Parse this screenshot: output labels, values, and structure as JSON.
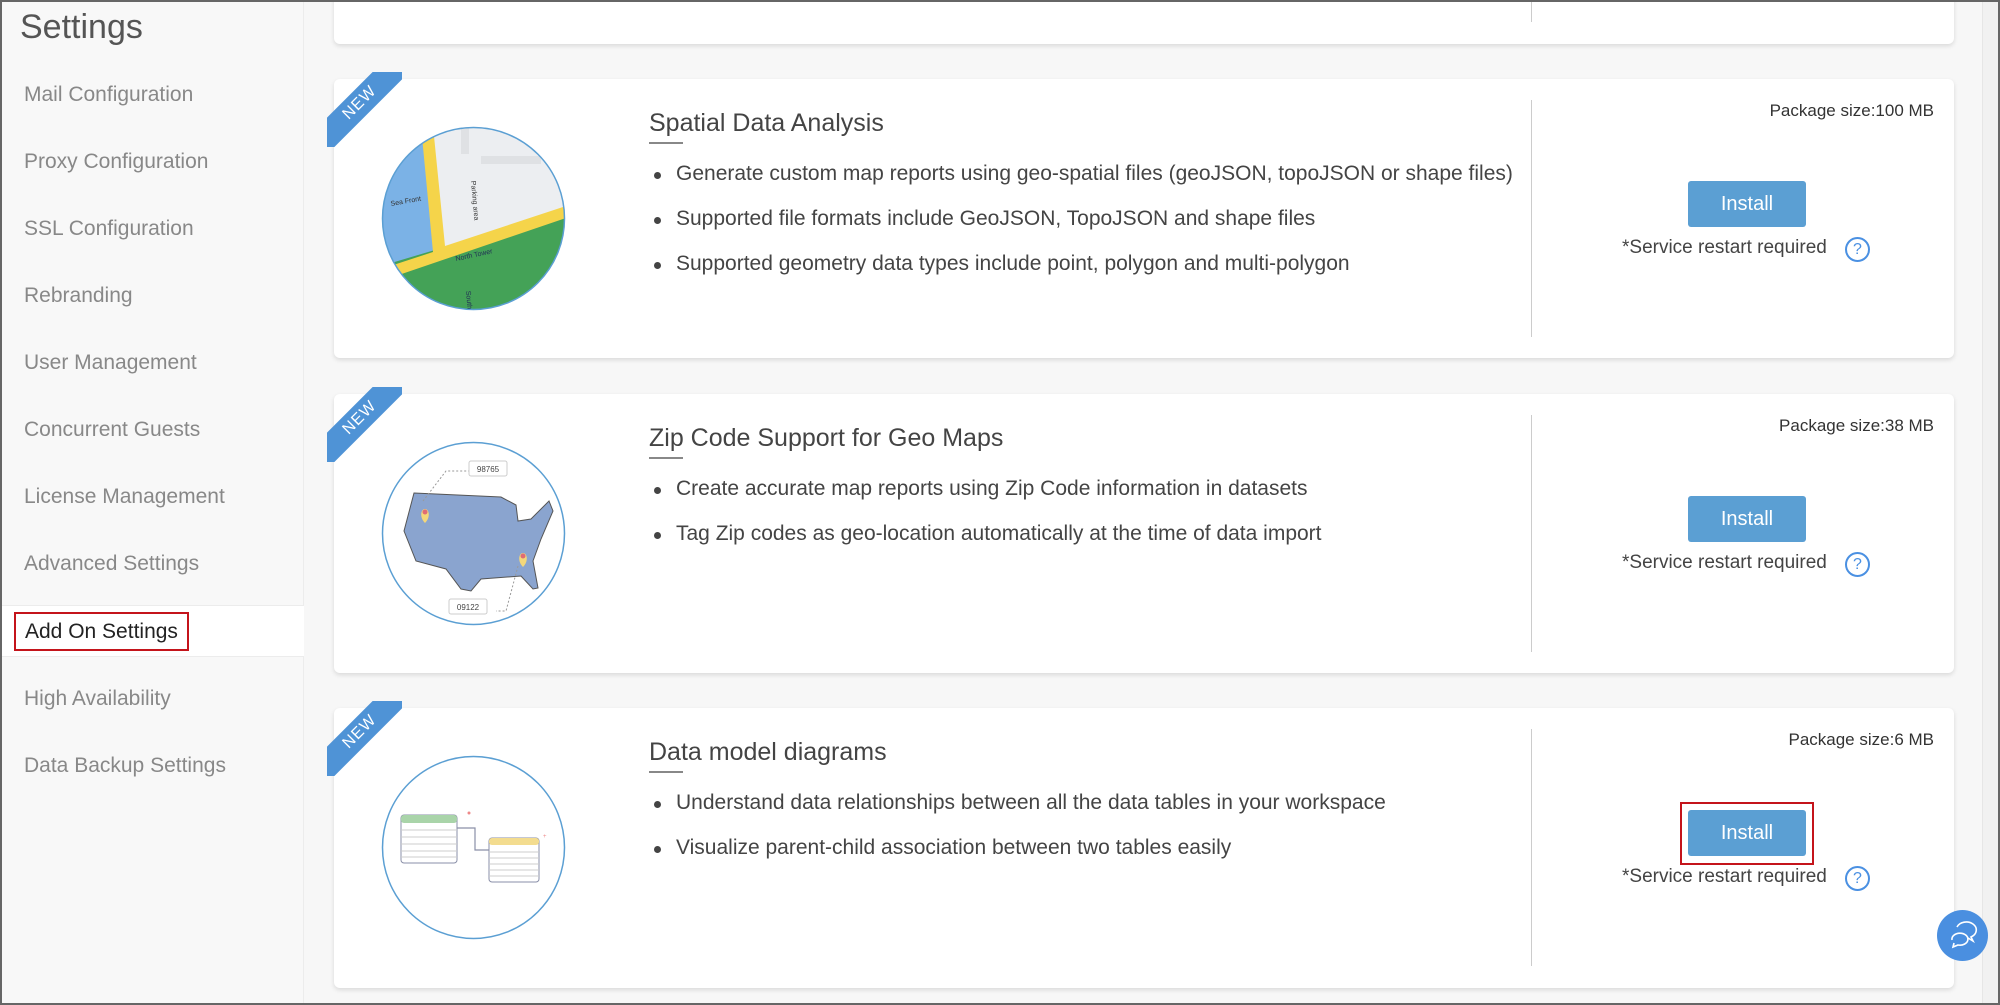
{
  "sidebar": {
    "title": "Settings",
    "items": [
      {
        "label": "Mail Configuration"
      },
      {
        "label": "Proxy Configuration"
      },
      {
        "label": "SSL Configuration"
      },
      {
        "label": "Rebranding"
      },
      {
        "label": "User Management"
      },
      {
        "label": "Concurrent Guests"
      },
      {
        "label": "License Management"
      },
      {
        "label": "Advanced Settings"
      },
      {
        "label": "Add On Settings",
        "active": true
      },
      {
        "label": "High Availability"
      },
      {
        "label": "Data Backup Settings"
      }
    ]
  },
  "addons": [
    {
      "badge": "NEW",
      "title": "Spatial Data Analysis",
      "bullets": [
        "Generate custom map reports using geo-spatial files (geoJSON, topoJSON or shape files)",
        "Supported file formats include GeoJSON, TopoJSON and shape files",
        "Supported geometry data types include point, polygon and multi-polygon"
      ],
      "package_size": "Package size:100 MB",
      "install_label": "Install",
      "restart_note": "*Service restart required",
      "map_labels": [
        "Sea Front",
        "Parking area",
        "North Tower",
        "South"
      ]
    },
    {
      "badge": "NEW",
      "title": "Zip Code Support for Geo Maps",
      "bullets": [
        "Create accurate map reports using Zip Code information in datasets",
        "Tag Zip codes as geo-location automatically at the time of data import"
      ],
      "package_size": "Package size:38 MB",
      "install_label": "Install",
      "restart_note": "*Service restart required",
      "zip_labels": [
        "98765",
        "09122"
      ]
    },
    {
      "badge": "NEW",
      "title": "Data model diagrams",
      "bullets": [
        "Understand data relationships between all the data tables in your workspace",
        "Visualize parent-child association between two tables easily"
      ],
      "package_size": "Package size:6 MB",
      "install_label": "Install",
      "restart_note": "*Service restart required"
    }
  ],
  "help_symbol": "?",
  "colors": {
    "accent": "#5b9fd3",
    "highlight": "#c4141b",
    "ribbon": "#4f93d6"
  }
}
